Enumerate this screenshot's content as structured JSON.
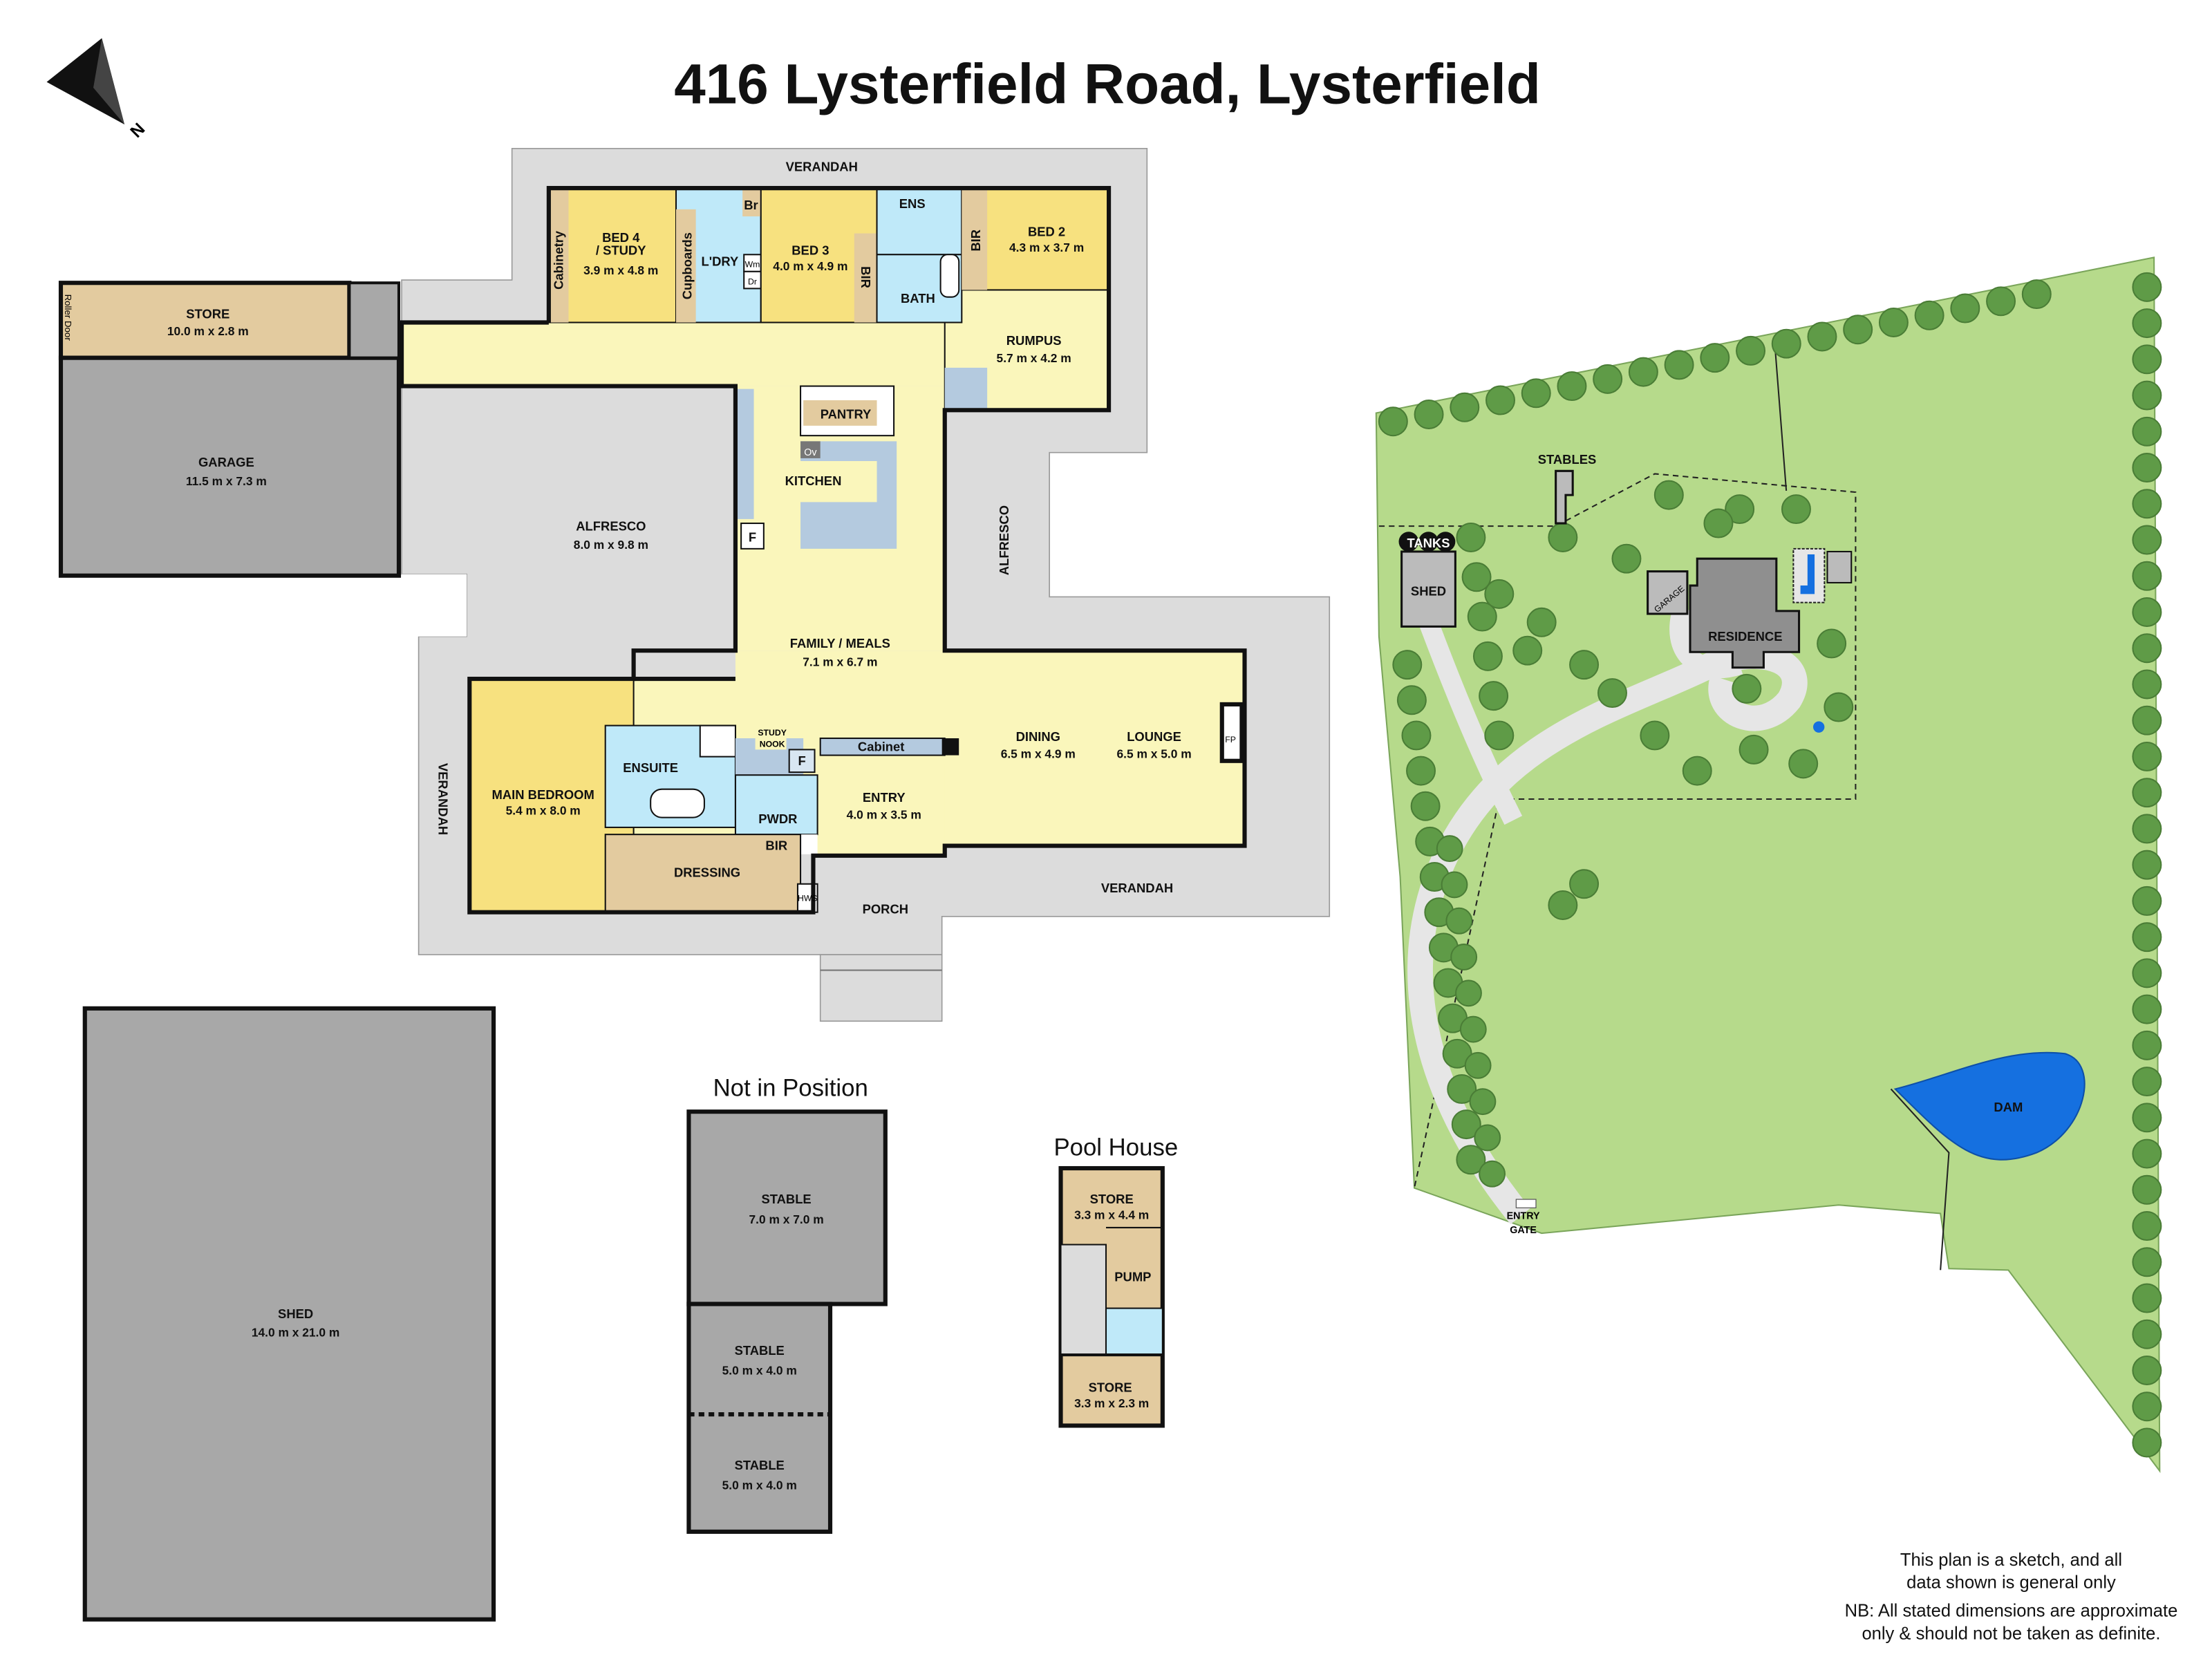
{
  "title": "416 Lysterfield Road, Lysterfield",
  "compass": {
    "label": "N",
    "icon": "north-arrow-icon"
  },
  "colors": {
    "bedroom": "#f7e17f",
    "living": "#faf6bb",
    "wet": "#bfe9f9",
    "joinery": "#e3cb9f",
    "bench": "#b4cadf",
    "outdoor": "#dcdcdc",
    "garage": "#a8a8a8",
    "lawn": "#b6da8b",
    "tree": "#5f9b47",
    "water": "#1570e0"
  },
  "house": {
    "verandah_top": "VERANDAH",
    "verandah_left": "VERANDAH",
    "verandah_bottom": "VERANDAH",
    "alfresco_side": "ALFRESCO",
    "porch": "PORCH",
    "rooms": {
      "bed4": {
        "name": "BED 4",
        "name2": "/ STUDY",
        "dims": "3.9 m x 4.8 m"
      },
      "cabinetry": "Cabinetry",
      "cupboards": "Cupboards",
      "laundry": "L'DRY",
      "br": "Br",
      "wm": "Wm",
      "dr": "Dr",
      "bed3": {
        "name": "BED 3",
        "dims": "4.0 m x 4.9 m"
      },
      "bir3": "BIR",
      "ens": "ENS",
      "bath": "BATH",
      "bir2": "BIR",
      "bed2": {
        "name": "BED 2",
        "dims": "4.3 m x 3.7 m"
      },
      "rumpus": {
        "name": "RUMPUS",
        "dims": "5.7 m x 4.2 m"
      },
      "pantry": "PANTRY",
      "oven": "Ov",
      "kitchen": "KITCHEN",
      "fridge1": "F",
      "alfresco": {
        "name": "ALFRESCO",
        "dims": "8.0 m x 9.8 m"
      },
      "family": {
        "name": "FAMILY / MEALS",
        "dims": "7.1 m x 6.7 m"
      },
      "dining": {
        "name": "DINING",
        "dims": "6.5 m x 4.9 m"
      },
      "lounge": {
        "name": "LOUNGE",
        "dims": "6.5 m x 5.0 m"
      },
      "fp": "FP",
      "study_nook": {
        "line1": "STUDY",
        "line2": "NOOK"
      },
      "fridge2": "F",
      "cabinet": "Cabinet",
      "ensuite": "ENSUITE",
      "main_bedroom": {
        "name": "MAIN BEDROOM",
        "dims": "5.4 m x 8.0 m"
      },
      "pwdr": "PWDR",
      "entry": {
        "name": "ENTRY",
        "dims": "4.0 m x 3.5 m"
      },
      "bir_main": "BIR",
      "dressing": "DRESSING",
      "hws": "HWS",
      "store": {
        "name": "STORE",
        "dims": "10.0 m x 2.8 m"
      },
      "roller_door": "Roller Door",
      "garage": {
        "name": "GARAGE",
        "dims": "11.5 m x 7.3 m"
      }
    }
  },
  "shed": {
    "name": "SHED",
    "dims": "14.0 m x 21.0 m"
  },
  "not_in_position": {
    "title": "Not in Position",
    "stables": [
      {
        "name": "STABLE",
        "dims": "7.0 m x 7.0 m"
      },
      {
        "name": "STABLE",
        "dims": "5.0 m x 4.0 m"
      },
      {
        "name": "STABLE",
        "dims": "5.0 m x 4.0 m"
      }
    ]
  },
  "pool_house": {
    "title": "Pool House",
    "store_top": {
      "name": "STORE",
      "dims": "3.3 m x 4.4 m"
    },
    "pump": "PUMP",
    "store_bottom": {
      "name": "STORE",
      "dims": "3.3 m x 2.3 m"
    }
  },
  "site": {
    "stables": "STABLES",
    "tanks": "TANKS",
    "shed": "SHED",
    "garage": "GARAGE",
    "residence": "RESIDENCE",
    "dam": "DAM",
    "entry_gate": {
      "line1": "ENTRY",
      "line2": "GATE"
    }
  },
  "notes": {
    "line1": "This plan is a sketch, and all",
    "line2": "data shown is general only",
    "line3": "NB: All stated dimensions are approximate",
    "line4": "only & should not be taken as definite."
  }
}
